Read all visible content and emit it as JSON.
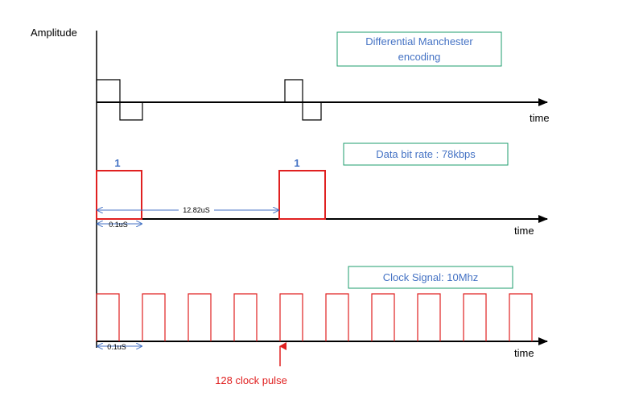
{
  "labels": {
    "amplitude": "Amplitude",
    "time_1": "time",
    "time_2": "time",
    "time_3": "time",
    "title_box": [
      "Differential Manchester",
      "encoding"
    ],
    "bitrate_box": "Data bit rate : 78kbps",
    "clock_box": "Clock Signal: 10Mhz",
    "bit_1_a": "1",
    "bit_1_b": "1",
    "interval_long": "12.82uS",
    "interval_short_data": "0.1uS",
    "interval_short_clock": "0.1uS",
    "clock_pulse_note": "128 clock pulse"
  },
  "colors": {
    "axis": "#000000",
    "signal_black": "#000000",
    "signal_red": "#e02020",
    "dim_arrow": "#4472c4",
    "box_border": "#1e9e6e",
    "box_text": "#4472c4",
    "bit_label": "#4472c4",
    "note_red": "#e02020"
  }
}
